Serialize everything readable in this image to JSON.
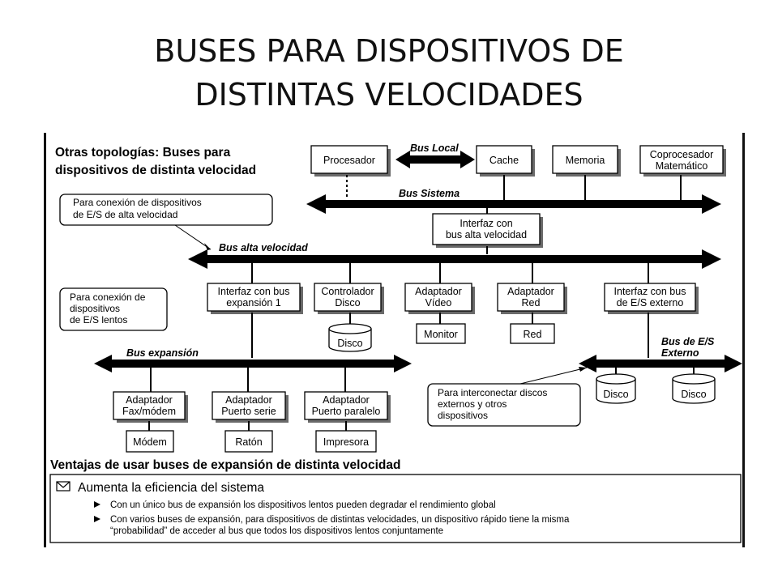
{
  "title": {
    "line1": "BUSES PARA DISPOSITIVOS DE",
    "line2": "DISTINTAS VELOCIDADES"
  },
  "diagram": {
    "heading_line1": "Otras topologías: Buses para",
    "heading_line2": "dispositivos de distinta velocidad",
    "buses": {
      "local": "Bus Local",
      "sistema": "Bus Sistema",
      "alta": "Bus alta velocidad",
      "expansion": "Bus expansión",
      "externo_line1": "Bus de E/S",
      "externo_line2": "Externo"
    },
    "top_boxes": {
      "procesador": "Procesador",
      "cache": "Cache",
      "memoria": "Memoria",
      "coprocesador_line1": "Coprocesador",
      "coprocesador_line2": "Matemático"
    },
    "interfaz_alta": {
      "line1": "Interfaz con",
      "line2": "bus alta velocidad"
    },
    "alta_boxes": {
      "exp_line1": "Interfaz con bus",
      "exp_line2": "expansión 1",
      "ctrl_line1": "Controlador",
      "ctrl_line2": "Disco",
      "video_line1": "Adaptador",
      "video_line2": "Vídeo",
      "red_line1": "Adaptador",
      "red_line2": "Red",
      "ext_line1": "Interfaz con bus",
      "ext_line2": "de E/S externo"
    },
    "devices": {
      "disco": "Disco",
      "monitor": "Monitor",
      "red": "Red",
      "disco_ext1": "Disco",
      "disco_ext2": "Disco"
    },
    "expansion_boxes": {
      "fax_line1": "Adaptador",
      "fax_line2": "Fax/módem",
      "serie_line1": "Adaptador",
      "serie_line2": "Puerto serie",
      "paralelo_line1": "Adaptador",
      "paralelo_line2": "Puerto paralelo"
    },
    "peripherals": {
      "modem": "Módem",
      "raton": "Ratón",
      "impresora": "Impresora"
    },
    "notes": {
      "alta_line1": "Para conexión de dispositivos",
      "alta_line2": "de E/S de alta velocidad",
      "lentos_line1": "Para conexión de",
      "lentos_line2": "dispositivos",
      "lentos_line3": "de E/S lentos",
      "externos_line1": "Para interconectar discos",
      "externos_line2": "externos y otros",
      "externos_line3": "dispositivos"
    },
    "advantages": {
      "heading": "Ventajas de usar buses de expansión de distinta velocidad",
      "main_point": "Aumenta la eficiencia del sistema",
      "bullet1": "Con un único bus de expansión los dispositivos lentos pueden degradar el rendimiento global",
      "bullet2_line1": "Con varios buses de expansión, para dispositivos de distintas velocidades, un dispositivo rápido tiene la misma",
      "bullet2_line2": "“probabilidad” de acceder al bus que todos los dispositivos lentos conjuntamente"
    }
  }
}
